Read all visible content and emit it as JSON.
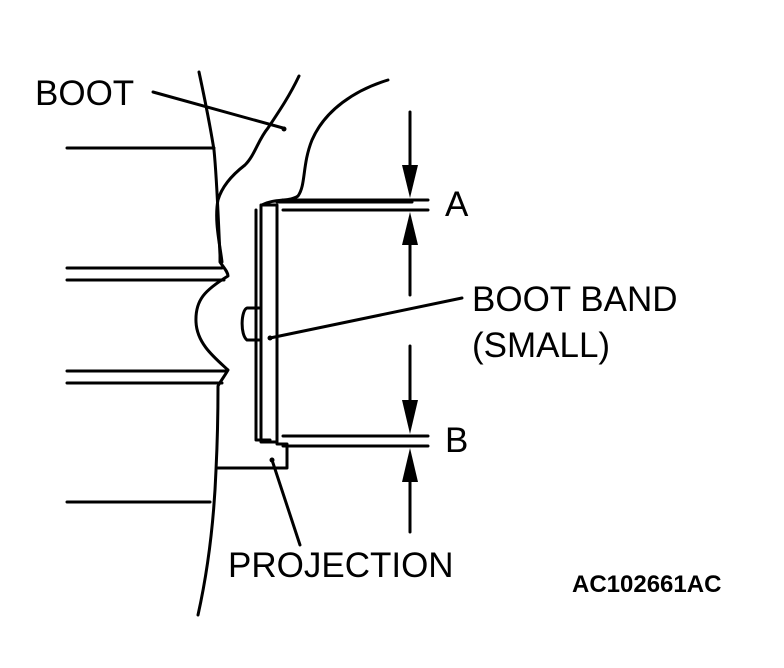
{
  "labels": {
    "boot": "BOOT",
    "boot_band_line1": "BOOT BAND",
    "boot_band_line2": "(SMALL)",
    "projection": "PROJECTION",
    "dim_a": "A",
    "dim_b": "B"
  },
  "figure_id": "AC102661AC",
  "colors": {
    "ink": "#000000",
    "paper": "#ffffff"
  }
}
